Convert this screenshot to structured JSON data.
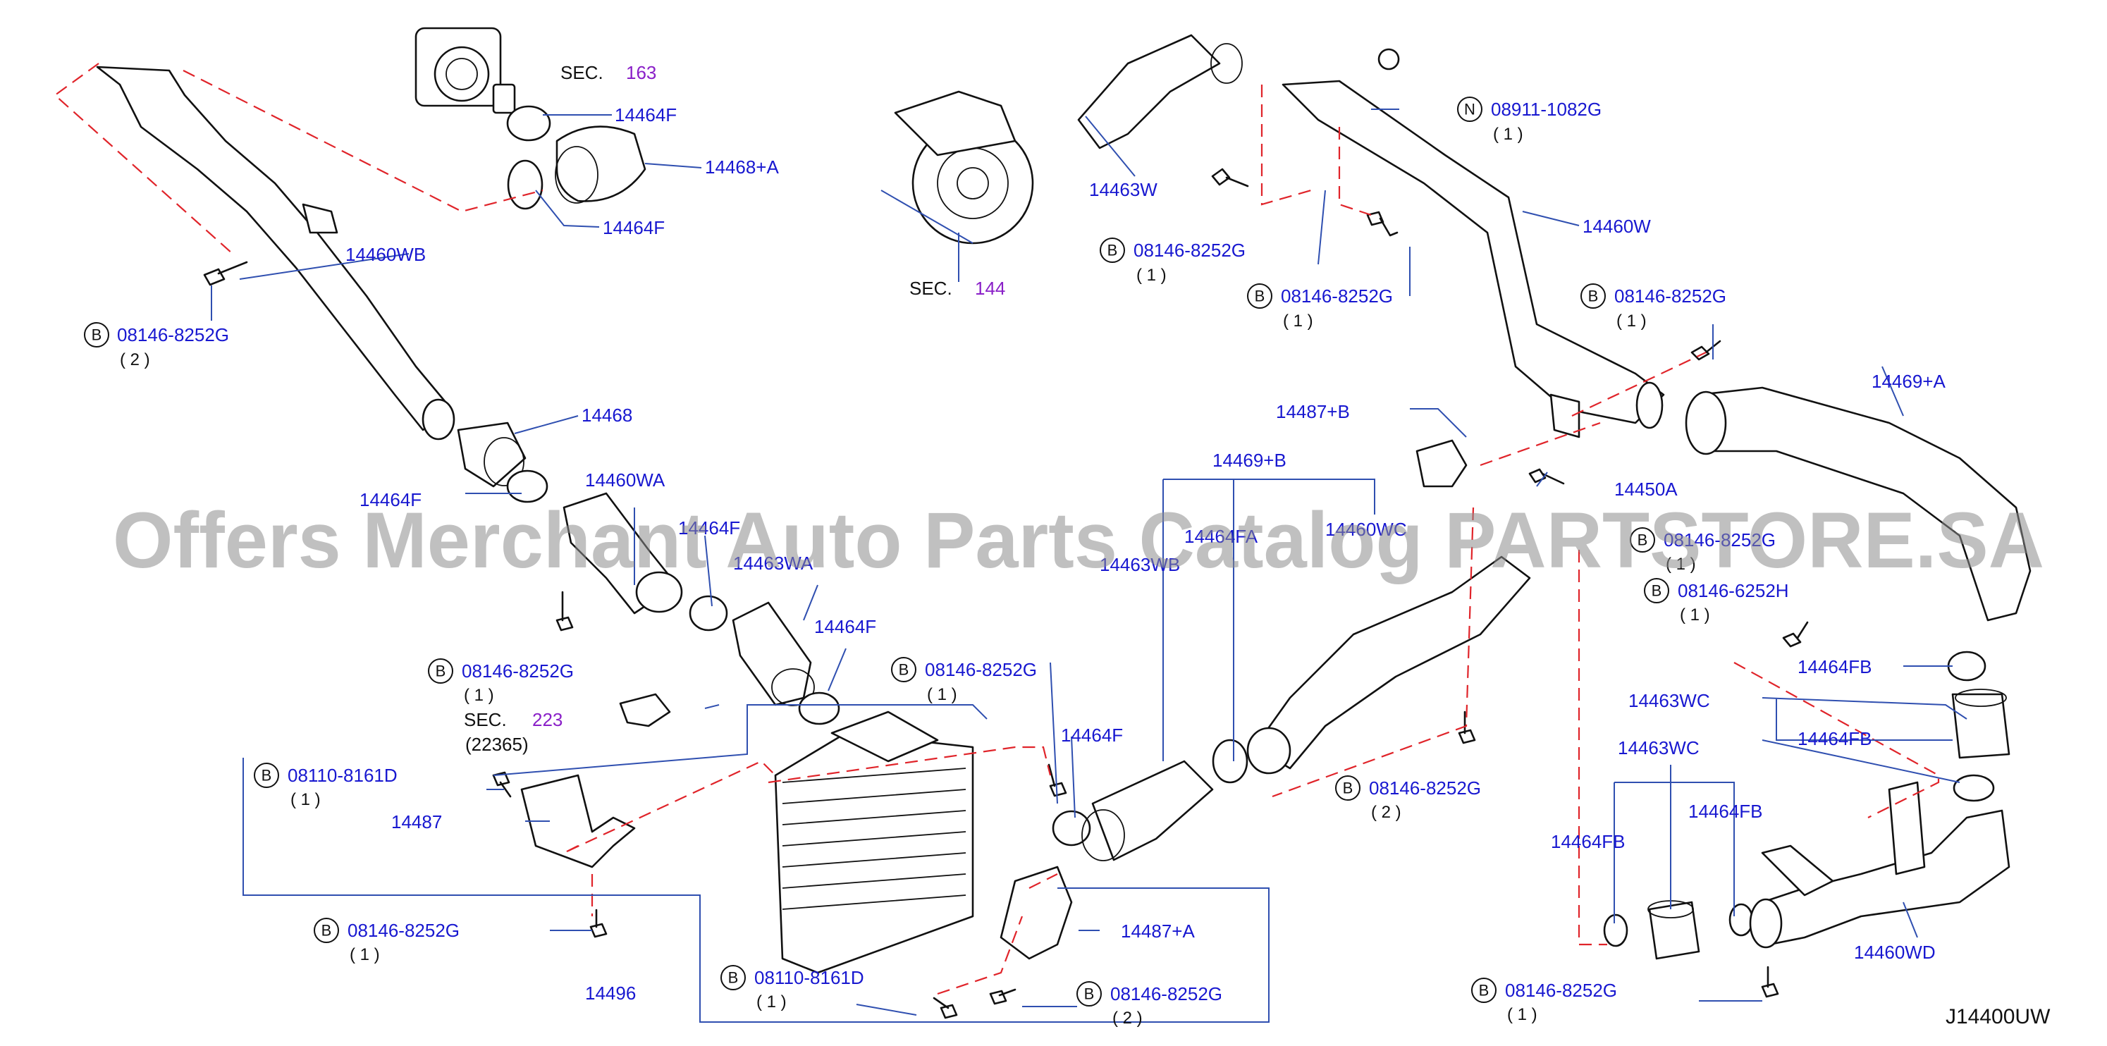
{
  "watermark": "Offers Merchant Auto Parts Catalog PARTSTORE.SA",
  "diagram_code": "J14400UW",
  "section_refs": [
    {
      "id": "sec163",
      "prefix": "SEC.",
      "number": "163"
    },
    {
      "id": "sec144",
      "prefix": "SEC.",
      "number": "144"
    },
    {
      "id": "sec223",
      "prefix": "SEC.",
      "number": "223",
      "sub": "(22365)"
    }
  ],
  "part_labels": [
    "14464F",
    "14468+A",
    "14464F",
    "14460WB",
    "14468",
    "14464F",
    "14460WA",
    "14464F",
    "14463WA",
    "14464F",
    "14463W",
    "14460W",
    "14487+B",
    "14469+B",
    "14464FA",
    "14463WB",
    "14460WC",
    "14450A",
    "14469+A",
    "14464F",
    "14487",
    "14487+A",
    "14496",
    "14464FB",
    "14463WC",
    "14464FB",
    "14463WC",
    "14464FB",
    "14464FB",
    "14460WD"
  ],
  "fasteners": [
    {
      "badge": "B",
      "part": "08146-8252G",
      "qty": "( 2 )"
    },
    {
      "badge": "N",
      "part": "08911-1082G",
      "qty": "( 1 )"
    },
    {
      "badge": "B",
      "part": "08146-8252G",
      "qty": "( 1 )"
    },
    {
      "badge": "B",
      "part": "08146-8252G",
      "qty": "( 1 )"
    },
    {
      "badge": "B",
      "part": "08146-8252G",
      "qty": "( 1 )"
    },
    {
      "badge": "B",
      "part": "08146-8252G",
      "qty": "( 1 )"
    },
    {
      "badge": "B",
      "part": "08146-6252H",
      "qty": "( 1 )"
    },
    {
      "badge": "B",
      "part": "08146-8252G",
      "qty": "( 1 )"
    },
    {
      "badge": "B",
      "part": "08146-8252G",
      "qty": "( 1 )"
    },
    {
      "badge": "B",
      "part": "08110-8161D",
      "qty": "( 1 )"
    },
    {
      "badge": "B",
      "part": "08146-8252G",
      "qty": "( 2 )"
    },
    {
      "badge": "B",
      "part": "08146-8252G",
      "qty": "( 1 )"
    },
    {
      "badge": "B",
      "part": "08110-8161D",
      "qty": "( 1 )"
    },
    {
      "badge": "B",
      "part": "08146-8252G",
      "qty": "( 2 )"
    },
    {
      "badge": "B",
      "part": "08146-8252G",
      "qty": "( 1 )"
    }
  ]
}
